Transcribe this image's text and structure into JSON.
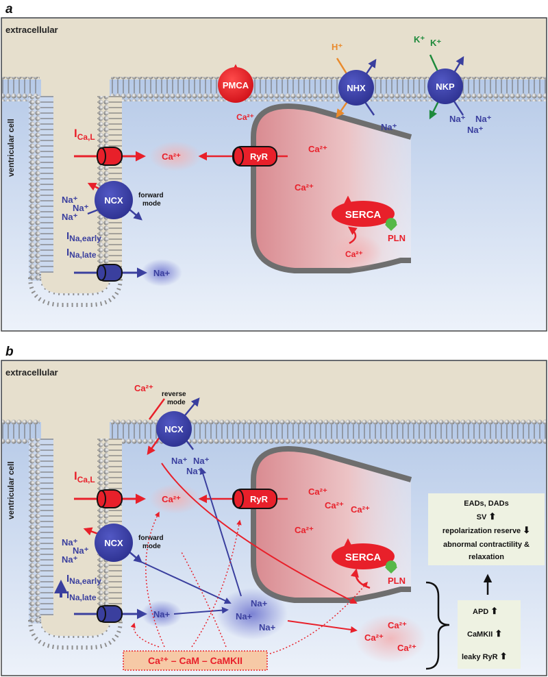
{
  "colors": {
    "sodium": "#3a3f9e",
    "calcium": "#e8202a",
    "proton": "#e98a2c",
    "potassium": "#1e8a3c",
    "membrane_head": "#9a9a9a",
    "extracellular": "#e6dfcd",
    "intracellular": "#cbd9ef",
    "sr_fill": "#e4b2b5",
    "pln": "#56b848",
    "camkii_box": "#f6c9a6",
    "result_box": "#eef2e2"
  },
  "panel_a": {
    "letter": "a",
    "extracellular_label": "extracellular",
    "cell_label": "ventricular cell",
    "pmca": "PMCA",
    "pmca_ca": "Ca²⁺",
    "nhx": "NHX",
    "nhx_h": "H⁺",
    "nhx_na": "Na⁺",
    "nkp": "NKP",
    "nkp_k1": "K⁺",
    "nkp_k2": "K⁺",
    "nkp_na1": "Na⁺",
    "nkp_na2": "Na⁺",
    "nkp_na3": "Na⁺",
    "ica_main": "I",
    "ica_sub": "Ca,L",
    "ca_cloud": "Ca²⁺",
    "ryr": "RyR",
    "sr_ca1": "Ca²⁺",
    "sr_ca2": "Ca²⁺",
    "ncx": "NCX",
    "ncx_mode_1": "forward",
    "ncx_mode_2": "mode",
    "ncx_na1": "Na⁺",
    "ncx_na2": "Na⁺",
    "ncx_na3": "Na⁺",
    "ina_early_main": "I",
    "ina_early_sub": "Na,early",
    "ina_late_main": "I",
    "ina_late_sub": "Na,late",
    "na_cloud": "Na+",
    "serca": "SERCA",
    "pln": "PLN",
    "serca_ca": "Ca²⁺"
  },
  "panel_b": {
    "letter": "b",
    "extracellular_label": "extracellular",
    "cell_label": "ventricular cell",
    "ncx_top": "NCX",
    "ncx_top_ca": "Ca²⁺",
    "ncx_top_mode_1": "reverse",
    "ncx_top_mode_2": "mode",
    "ncx_top_na1": "Na⁺",
    "ncx_top_na2": "Na⁺",
    "ncx_top_na3": "Na⁺",
    "ica_main": "I",
    "ica_sub": "Ca,L",
    "ca_cloud": "Ca²⁺",
    "ryr": "RyR",
    "sr_ca1": "Ca²⁺",
    "sr_ca2": "Ca²⁺",
    "sr_ca3": "Ca²⁺",
    "sr_ca4": "Ca²⁺",
    "ncx": "NCX",
    "ncx_mode_1": "forward",
    "ncx_mode_2": "mode",
    "ncx_na1": "Na⁺",
    "ncx_na2": "Na⁺",
    "ncx_na3": "Na⁺",
    "ina_early_main": "I",
    "ina_early_sub": "Na,early",
    "ina_late_main": "I",
    "ina_late_sub": "Na,late",
    "na_cloud": "Na+",
    "na_cluster1": "Na+",
    "na_cluster2": "Na+",
    "na_cluster3": "Na+",
    "serca": "SERCA",
    "pln": "PLN",
    "ca_cluster1": "Ca²⁺",
    "ca_cluster2": "Ca²⁺",
    "ca_cluster3": "Ca²⁺",
    "camkii": "Ca²⁺ – CaM – CaMKII",
    "result_line1": "EADs, DADs",
    "result_line2": "SV",
    "result_line3": "repolarization reserve",
    "result_line4": "abnormal contractility &",
    "result_line5": "relaxation",
    "cause_1": "APD",
    "cause_2": "CaMKII",
    "cause_3": "leaky RyR"
  }
}
